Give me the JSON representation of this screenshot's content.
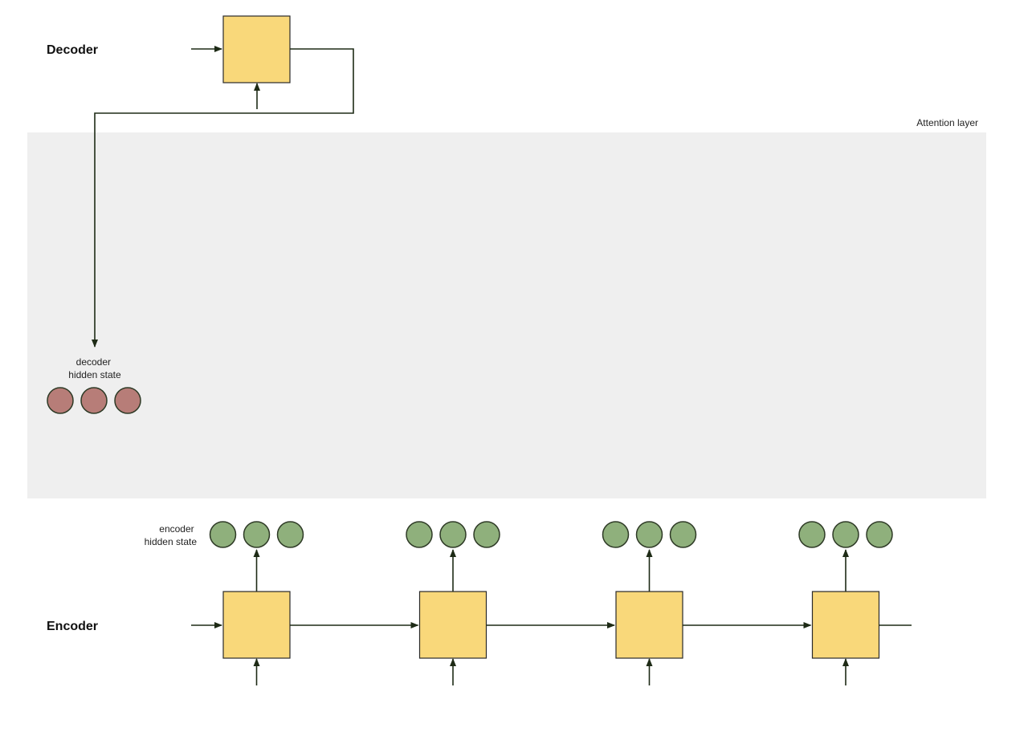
{
  "labels": {
    "decoder": "Decoder",
    "encoder": "Encoder",
    "attention_layer": "Attention layer",
    "decoder_hidden_state": [
      "decoder",
      "hidden state"
    ],
    "encoder_hidden_state": [
      "encoder",
      "hidden state"
    ]
  },
  "colors": {
    "rnn_cell": "#f9d87a",
    "encoder_node": "#8fb07c",
    "decoder_node": "#b77d78",
    "attention_bg": "#efefef",
    "wire": "#1e2b16"
  },
  "diagram": {
    "encoder_step_count": 4,
    "nodes_per_hidden_state": 3
  }
}
